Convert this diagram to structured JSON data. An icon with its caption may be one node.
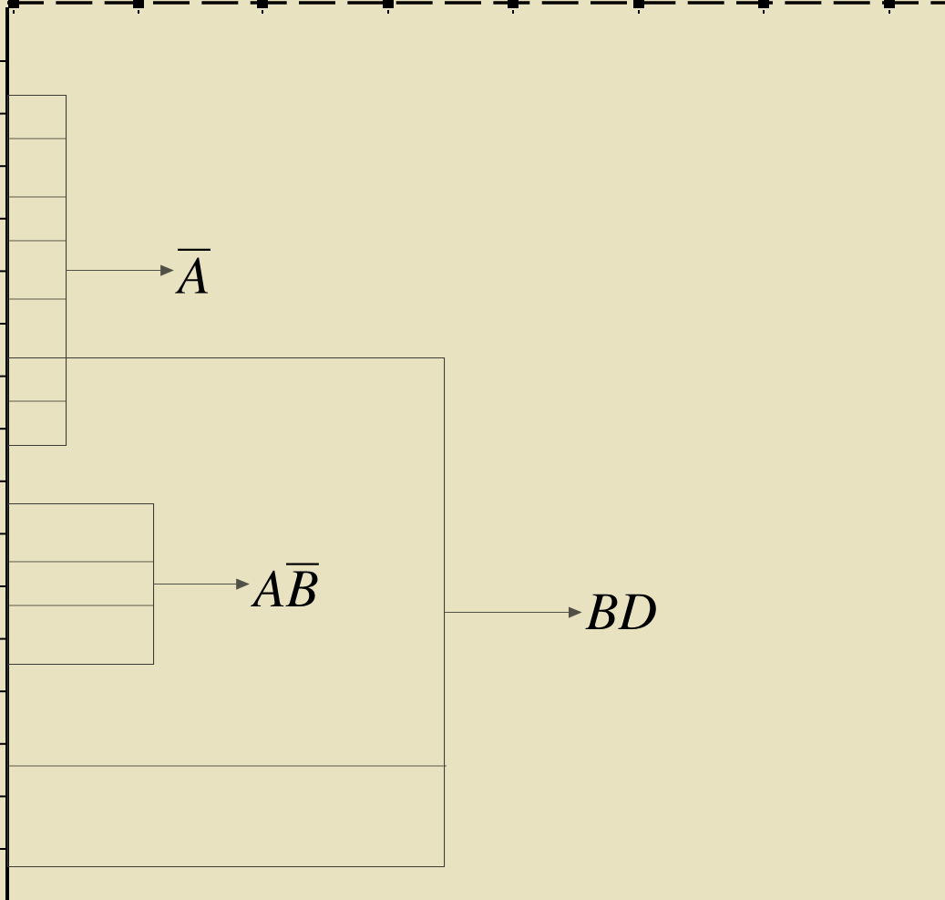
{
  "diagram": {
    "nodes": [
      {
        "text": [],
        "shape": "box"
      },
      {
        "text": [
          "\\overline{A}"
        ]
      },
      {
        "text": [],
        "shape": "box"
      },
      {
        "text": [],
        "shape": "box",
        "in": 2
      },
      {
        "text": [
          "A\\overline{B}"
        ],
        "in": 2
      },
      {
        "text": [
          "BD"
        ]
      }
    ],
    "edges": [
      {
        "from": 0,
        "to": 1,
        "arrow": "to"
      },
      {
        "from": 3,
        "to": 4,
        "arrow": "to"
      },
      {
        "from": 2,
        "to": 5,
        "arrow": "to"
      }
    ]
  }
}
